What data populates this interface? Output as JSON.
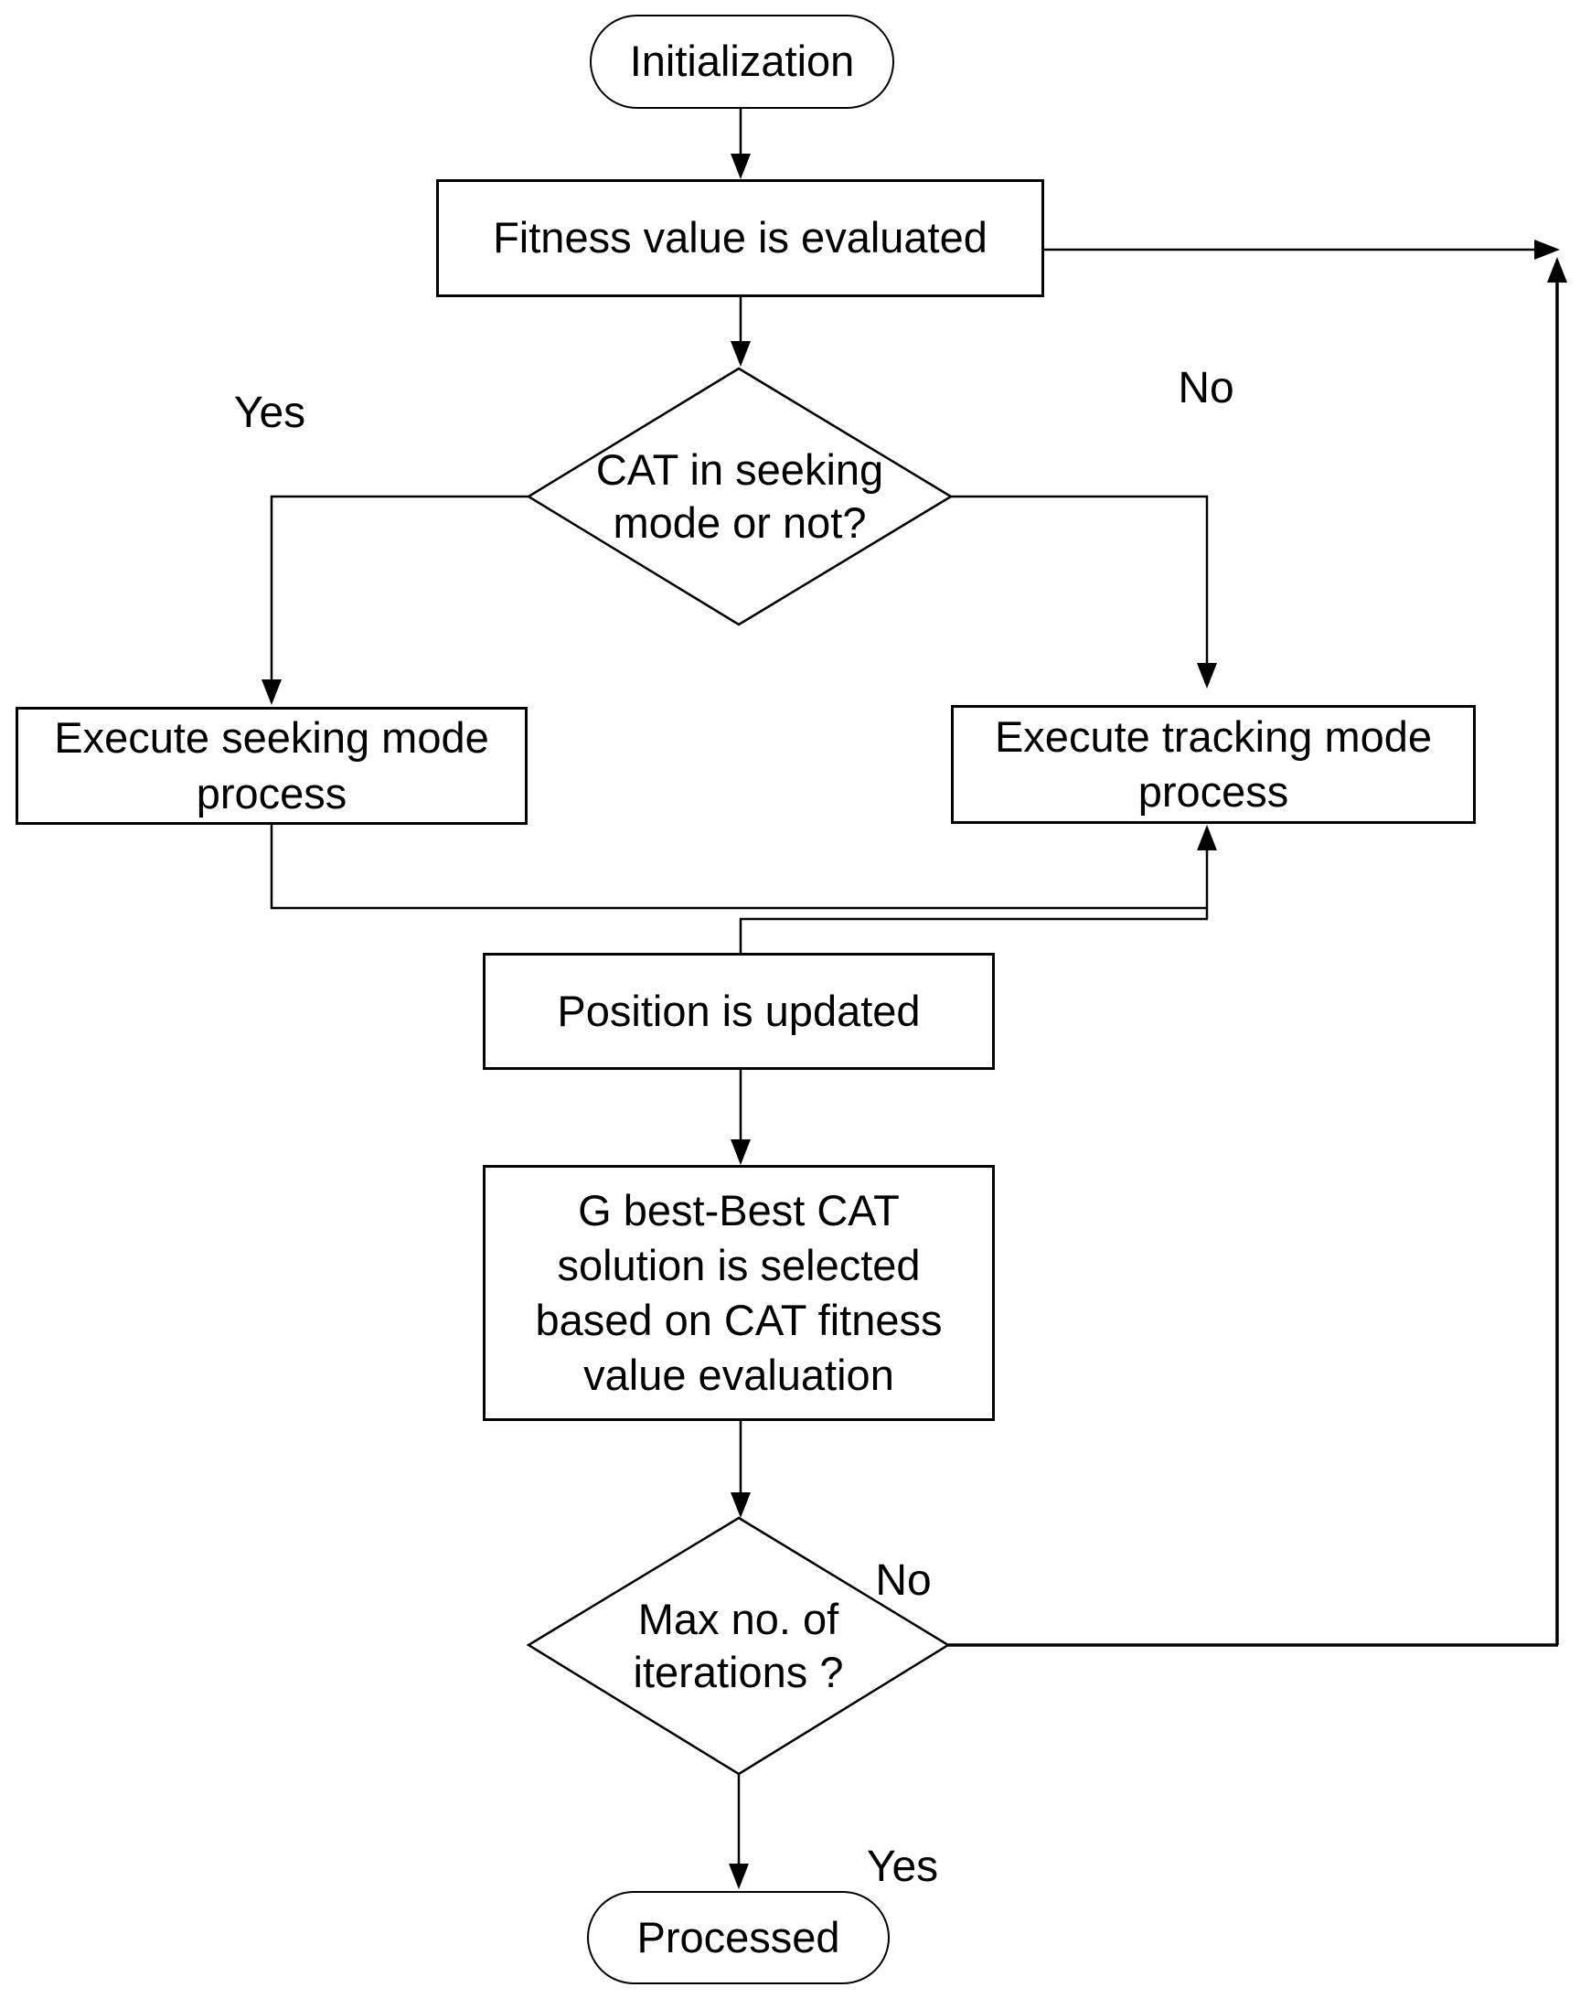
{
  "flowchart": {
    "colors": {
      "stroke": "#000000",
      "node_fill": "#ffffff",
      "background": "#ffffff",
      "text": "#000000"
    },
    "nodes": {
      "start": {
        "type": "terminator",
        "label": "Initialization"
      },
      "fitness": {
        "type": "process",
        "label": "Fitness value is evaluated"
      },
      "decision_mode": {
        "type": "decision",
        "lines": [
          "CAT in seeking",
          "mode or not?"
        ]
      },
      "seeking": {
        "type": "process",
        "lines": [
          "Execute seeking mode",
          "process"
        ]
      },
      "tracking": {
        "type": "process",
        "lines": [
          "Execute tracking mode",
          "process"
        ]
      },
      "position": {
        "type": "process",
        "label": "Position is updated"
      },
      "gbest": {
        "type": "process",
        "lines": [
          "G best-Best CAT",
          "solution is selected",
          "based on CAT fitness",
          "value evaluation"
        ]
      },
      "decision_max": {
        "type": "decision",
        "lines": [
          "Max no. of",
          "iterations ?"
        ]
      },
      "end": {
        "type": "terminator",
        "label": "Processed"
      }
    },
    "edge_labels": {
      "yes_seeking": "Yes",
      "no_tracking": "No",
      "no_loop": "No",
      "yes_end": "Yes"
    }
  }
}
